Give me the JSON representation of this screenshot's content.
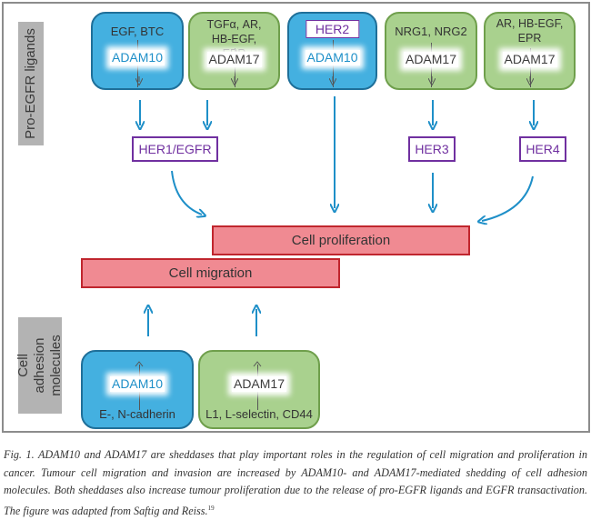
{
  "figure": {
    "side_labels": {
      "top": "Pro-EGFR ligands",
      "bottom": "Cell adhesion molecules"
    },
    "top_boxes": [
      {
        "color": "blue",
        "ligands": "EGF, BTC",
        "enzyme": "ADAM10"
      },
      {
        "color": "green",
        "ligands": "TGFα, AR, HB-EGF, EPR",
        "enzyme": "ADAM17"
      },
      {
        "color": "blue",
        "ligands": "HER2",
        "enzyme": "ADAM10"
      },
      {
        "color": "green",
        "ligands": "NRG1, NRG2",
        "enzyme": "ADAM17"
      },
      {
        "color": "green",
        "ligands": "AR, HB-EGF, EPR",
        "enzyme": "ADAM17"
      }
    ],
    "receptors": {
      "her1": "HER1/EGFR",
      "her3": "HER3",
      "her4": "HER4"
    },
    "outcomes": {
      "proliferation": "Cell proliferation",
      "migration": "Cell migration"
    },
    "bottom_boxes": [
      {
        "color": "blue",
        "enzyme": "ADAM10",
        "substrates": "E-,  N-cadherin"
      },
      {
        "color": "green",
        "enzyme": "ADAM17",
        "substrates": "L1, L-selectin, CD44"
      }
    ],
    "colors": {
      "adam10_fill": "#44b0e0",
      "adam17_fill": "#a9d18e",
      "receptor_border": "#7030a0",
      "outcome_fill": "#f08a92",
      "arrow": "#1e8fc8"
    }
  },
  "caption": {
    "text": "Fig. 1. ADAM10 and ADAM17 are sheddases that play important roles in the regulation of cell migration and proliferation in cancer. Tumour cell migration and invasion are increased by ADAM10- and ADAM17-mediated shedding of cell adhesion molecules. Both sheddases also increase tumour proliferation due to the release of pro-EGFR ligands and EGFR transactivation. The figure was adapted from Saftig and Reiss.",
    "reference": "19"
  }
}
